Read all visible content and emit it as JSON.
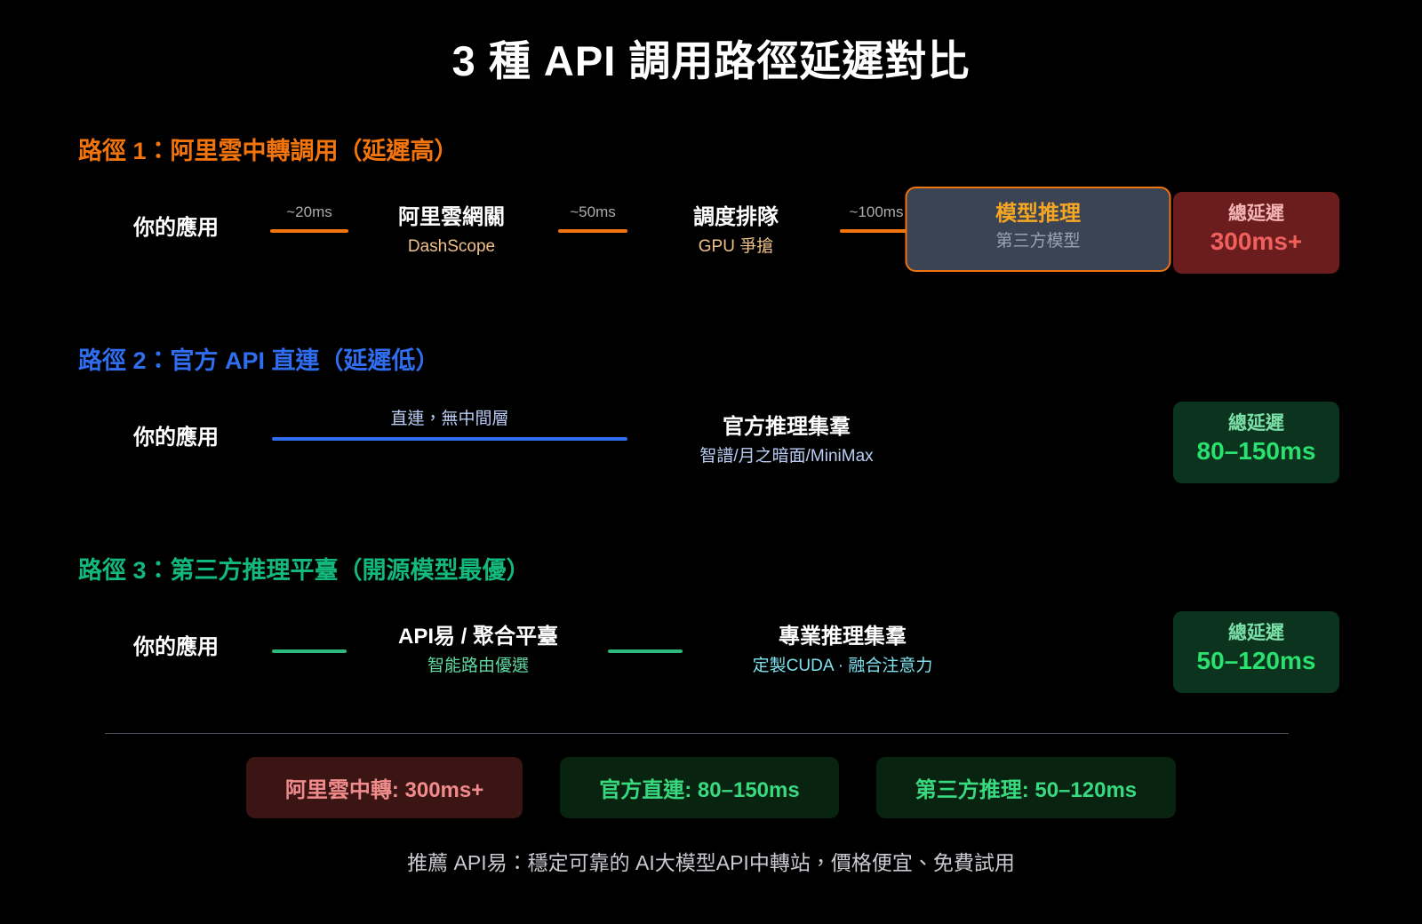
{
  "title": "3 種 API 調用路徑延遲對比",
  "colors": {
    "background": "#000000",
    "path1_accent": "#f2740c",
    "path2_accent": "#2f6ef0",
    "path3_accent": "#13b87d",
    "badge_red_bg": "#6b1d1d",
    "badge_red_text": "#f0605f",
    "badge_green_bg": "#0c331d",
    "badge_green_text": "#2ae06f",
    "highlight_box_bg": "#3a4454",
    "highlight_box_border": "#f2740c"
  },
  "paths": [
    {
      "heading": "路徑 1：阿里雲中轉調用（延遲高）",
      "nodes": [
        {
          "title": "你的應用",
          "sub": ""
        },
        {
          "title": "阿里雲網關",
          "sub": "DashScope"
        },
        {
          "title": "調度排隊",
          "sub": "GPU 爭搶"
        },
        {
          "title": "模型推理",
          "sub": "第三方模型"
        }
      ],
      "connectors": [
        {
          "label": "~20ms"
        },
        {
          "label": "~50ms"
        },
        {
          "label": "~100ms"
        }
      ],
      "badge": {
        "label": "總延遲",
        "value": "300ms+"
      }
    },
    {
      "heading": "路徑 2：官方 API 直連（延遲低）",
      "nodes": [
        {
          "title": "你的應用",
          "sub": ""
        },
        {
          "title": "官方推理集羣",
          "sub": "智譜/月之暗面/MiniMax"
        }
      ],
      "connectors": [
        {
          "label": "直連，無中間層"
        }
      ],
      "badge": {
        "label": "總延遲",
        "value": "80–150ms"
      }
    },
    {
      "heading": "路徑 3：第三方推理平臺（開源模型最優）",
      "nodes": [
        {
          "title": "你的應用",
          "sub": ""
        },
        {
          "title": "API易 / 聚合平臺",
          "sub": "智能路由優選"
        },
        {
          "title": "專業推理集羣",
          "sub": "定製CUDA · 融合注意力"
        }
      ],
      "connectors": [
        {
          "label": ""
        },
        {
          "label": ""
        }
      ],
      "badge": {
        "label": "總延遲",
        "value": "50–120ms"
      }
    }
  ],
  "summary_chips": [
    {
      "text": "阿里雲中轉: 300ms+"
    },
    {
      "text": "官方直連: 80–150ms"
    },
    {
      "text": "第三方推理: 50–120ms"
    }
  ],
  "footer": "推薦 API易：穩定可靠的 AI大模型API中轉站，價格便宜、免費試用"
}
